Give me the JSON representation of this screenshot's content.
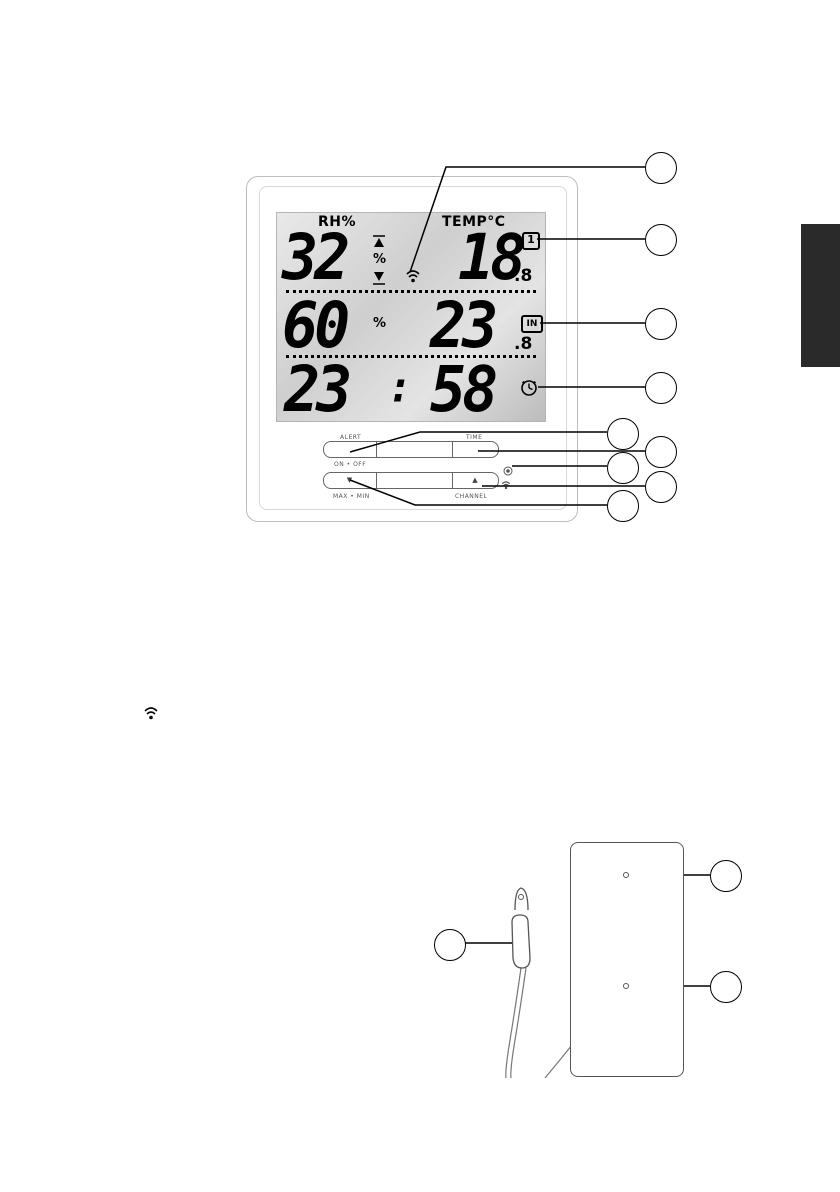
{
  "display": {
    "humidity_label": "RH%",
    "temp_label": "TEMP°C",
    "outdoor_humidity": "32",
    "outdoor_humidity_unit": "%",
    "outdoor_temp": "18",
    "outdoor_temp_decimal": ".8",
    "channel_indicator": "1",
    "indoor_humidity": "60",
    "indoor_humidity_unit": "%",
    "indoor_temp": "23",
    "indoor_temp_decimal": ".8",
    "indoor_indicator": "IN",
    "time_hours": "23",
    "time_separator": ":",
    "time_minutes": "58"
  },
  "buttons": {
    "alert_label": "ALERT",
    "time_label": "TIME",
    "on_off_label": "ON • OFF",
    "max_min_label": "MAX • MIN",
    "channel_label": "CHANNEL",
    "down_arrow": "▼",
    "up_arrow": "▲"
  },
  "icons": {
    "signal": "wifi-signal-icon",
    "clock": "clock-icon",
    "trend_up": "triangle-up-icon",
    "trend_down": "triangle-down-icon",
    "reset": "reset-hole-icon"
  },
  "legend_signal_icon": "wifi-signal-icon",
  "colors": {
    "lcd": "#d4d4d4",
    "outline": "#000000",
    "side_tab": "#2a2a2a"
  }
}
